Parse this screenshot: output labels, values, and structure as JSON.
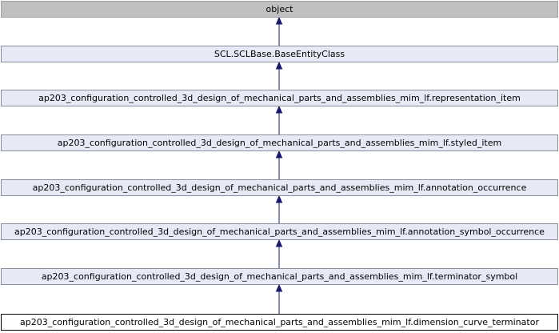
{
  "diagram": {
    "type": "inheritance-graph",
    "colors": {
      "root_fill": "#c0c0c0",
      "node_fill": "#e7eaf6",
      "current_fill": "#ffffff",
      "edge": "#191970"
    },
    "nodes": [
      {
        "id": "n0",
        "label": "object",
        "role": "root"
      },
      {
        "id": "n1",
        "label": "SCL.SCLBase.BaseEntityClass",
        "role": "ancestor"
      },
      {
        "id": "n2",
        "label": "ap203_configuration_controlled_3d_design_of_mechanical_parts_and_assemblies_mim_lf.representation_item",
        "role": "ancestor"
      },
      {
        "id": "n3",
        "label": "ap203_configuration_controlled_3d_design_of_mechanical_parts_and_assemblies_mim_lf.styled_item",
        "role": "ancestor"
      },
      {
        "id": "n4",
        "label": "ap203_configuration_controlled_3d_design_of_mechanical_parts_and_assemblies_mim_lf.annotation_occurrence",
        "role": "ancestor"
      },
      {
        "id": "n5",
        "label": "ap203_configuration_controlled_3d_design_of_mechanical_parts_and_assemblies_mim_lf.annotation_symbol_occurrence",
        "role": "ancestor"
      },
      {
        "id": "n6",
        "label": "ap203_configuration_controlled_3d_design_of_mechanical_parts_and_assemblies_mim_lf.terminator_symbol",
        "role": "ancestor"
      },
      {
        "id": "n7",
        "label": "ap203_configuration_controlled_3d_design_of_mechanical_parts_and_assemblies_mim_lf.dimension_curve_terminator",
        "role": "current"
      }
    ],
    "edges": [
      {
        "from": "n1",
        "to": "n0"
      },
      {
        "from": "n2",
        "to": "n1"
      },
      {
        "from": "n3",
        "to": "n2"
      },
      {
        "from": "n4",
        "to": "n3"
      },
      {
        "from": "n5",
        "to": "n4"
      },
      {
        "from": "n6",
        "to": "n5"
      },
      {
        "from": "n7",
        "to": "n6"
      }
    ]
  }
}
